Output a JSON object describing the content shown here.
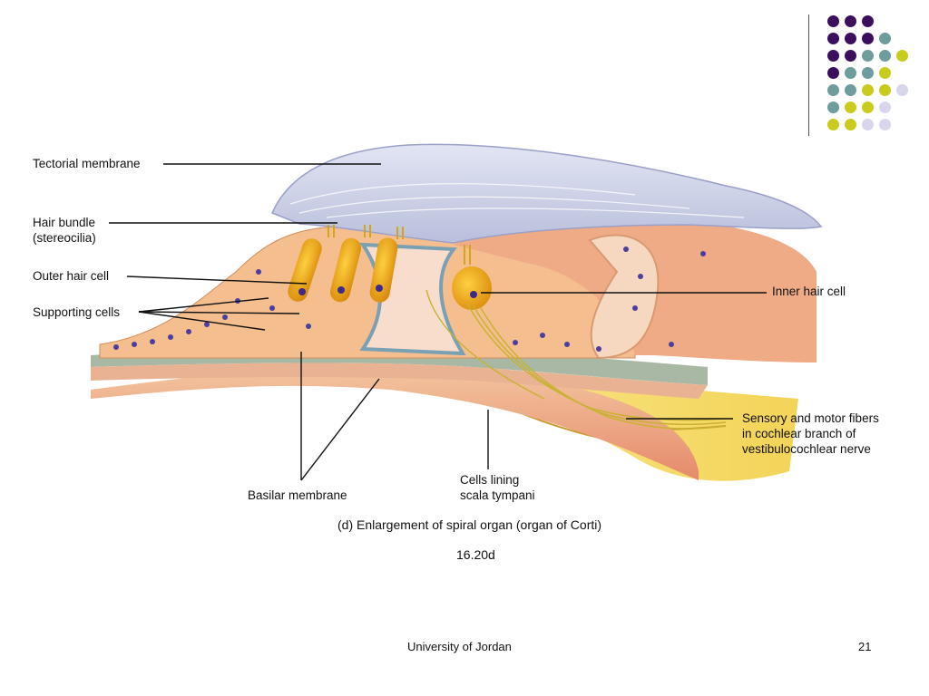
{
  "slide": {
    "footer_left": "University of Jordan",
    "page_number": "21"
  },
  "figure": {
    "labels": {
      "tectorial_membrane": "Tectorial membrane",
      "hair_bundle": [
        "Hair bundle",
        "(stereocilia)"
      ],
      "outer_hair_cell": "Outer hair cell",
      "supporting_cells": "Supporting cells",
      "inner_hair_cell": "Inner hair cell",
      "sensory_motor_fibers": [
        "Sensory and motor fibers",
        "in cochlear branch of",
        "vestibulocochlear nerve"
      ],
      "cells_lining": [
        "Cells lining",
        "scala tympani"
      ],
      "basilar_membrane": "Basilar membrane"
    },
    "caption": "(d) Enlargement of spiral organ (organ of Corti)",
    "figure_number": "16.20d"
  },
  "decoration": {
    "dot_grid_colors": {
      "purple": "#3b0f5e",
      "teal": "#6f9c9c",
      "yellow": "#c9cc1c",
      "lavender": "#d8d6ec"
    },
    "dot_grid_rows": [
      [
        "purple",
        "purple",
        "purple"
      ],
      [
        "purple",
        "purple",
        "purple",
        "teal"
      ],
      [
        "purple",
        "purple",
        "teal",
        "teal",
        "yellow"
      ],
      [
        "purple",
        "teal",
        "teal",
        "yellow"
      ],
      [
        "teal",
        "teal",
        "yellow",
        "yellow",
        "lavender"
      ],
      [
        "teal",
        "yellow",
        "yellow",
        "lavender"
      ],
      [
        "yellow",
        "yellow",
        "lavender",
        "lavender"
      ]
    ]
  }
}
